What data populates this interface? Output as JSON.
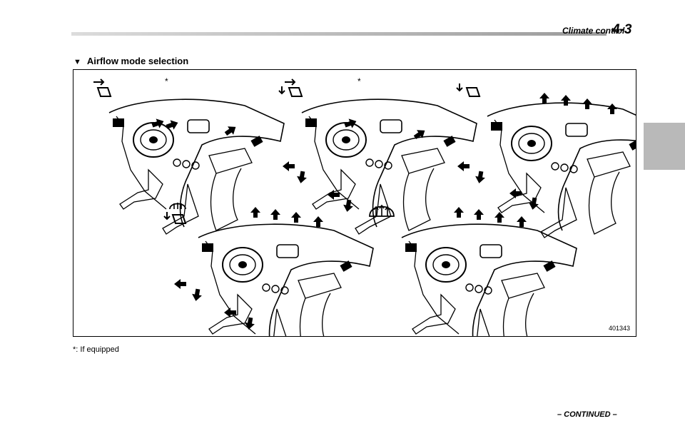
{
  "header": {
    "section": "Climate control",
    "page_number": "4-3"
  },
  "section": {
    "marker": "▼",
    "title": "Airflow mode selection"
  },
  "figure": {
    "code": "401343",
    "asterisk": "*",
    "panels": [
      {
        "mode": "vent",
        "icon": "vent-mode-icon",
        "has_asterisk": true
      },
      {
        "mode": "bi-level",
        "icon": "bilevel-mode-icon",
        "has_asterisk": true
      },
      {
        "mode": "heat",
        "icon": "heat-mode-icon",
        "has_asterisk": false
      },
      {
        "mode": "defrost-heat",
        "icon": "defrost-heat-mode-icon",
        "has_asterisk": false
      },
      {
        "mode": "defrost",
        "icon": "defrost-mode-icon",
        "has_asterisk": false
      }
    ]
  },
  "footnote": "*: If equipped",
  "footer": {
    "continued": "– CONTINUED –"
  }
}
